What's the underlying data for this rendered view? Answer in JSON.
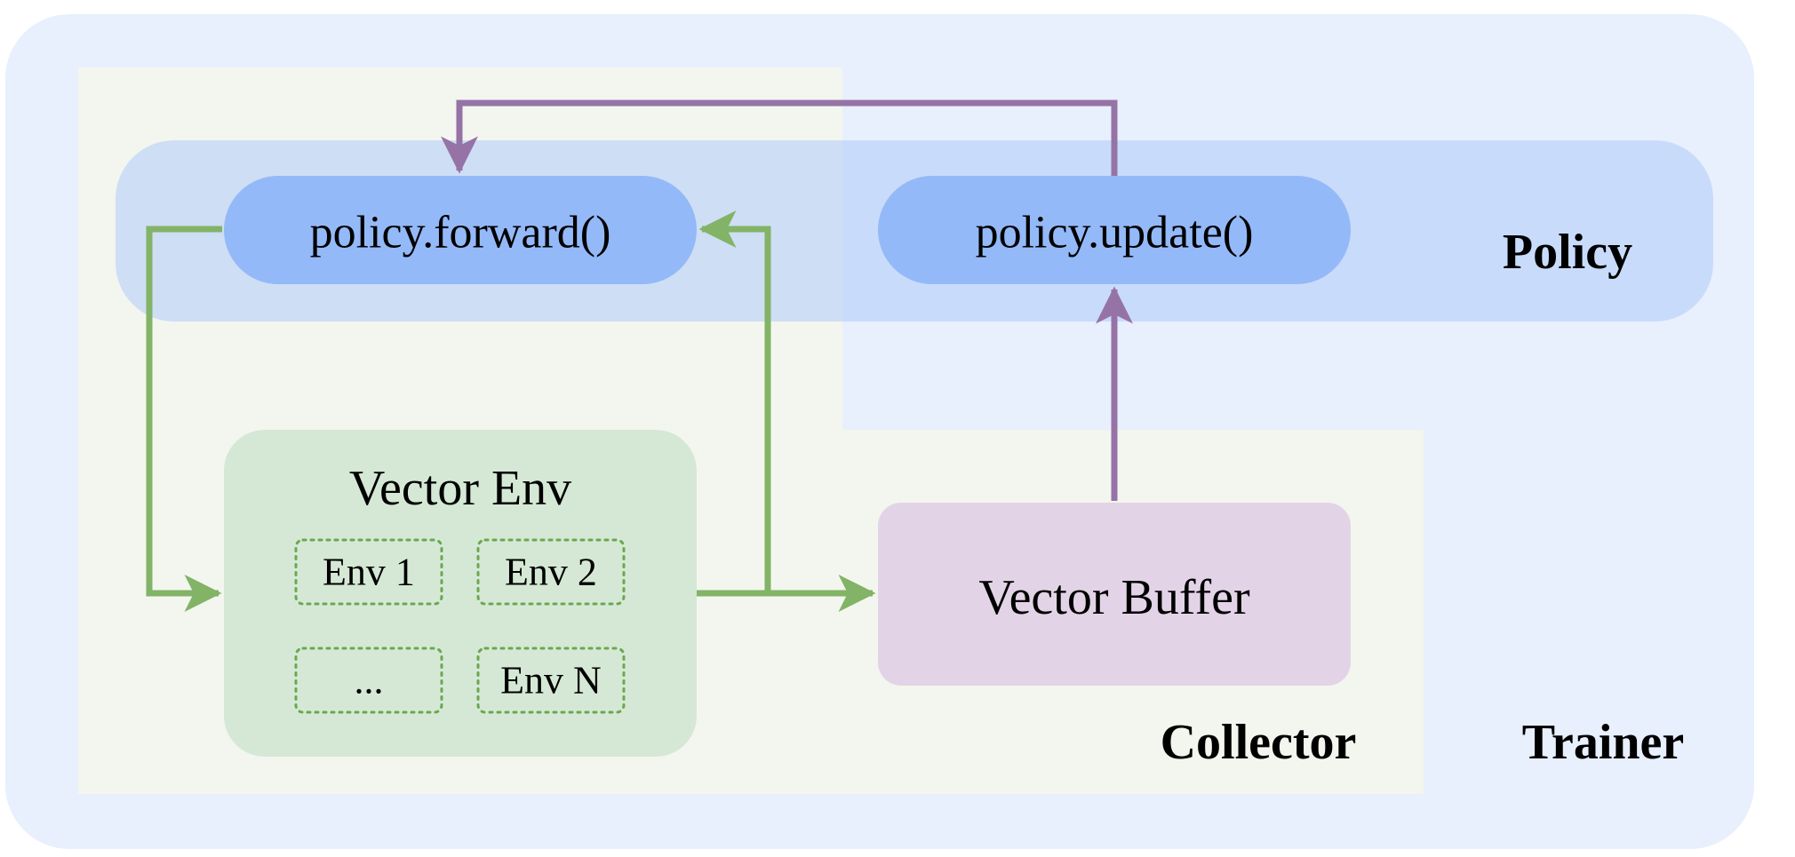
{
  "trainer": {
    "label": "Trainer"
  },
  "collector": {
    "label": "Collector"
  },
  "policy": {
    "label": "Policy",
    "forward_label": "policy.forward()",
    "update_label": "policy.update()"
  },
  "vector_env": {
    "title": "Vector Env",
    "envs": [
      "Env 1",
      "Env 2",
      "...",
      "Env N"
    ]
  },
  "vector_buffer": {
    "label": "Vector Buffer"
  },
  "colors": {
    "trainer_bg": "#e8effd",
    "collector_bg": "#f3f6ee",
    "policy_band": "#c3d9fb",
    "policy_node": "#94b9f8",
    "vector_env_bg": "#d5e8d5",
    "vector_buffer_bg": "#e2d4e6",
    "green_arrow": "#82b366",
    "purple_arrow": "#9673a6",
    "env_dotted": "#6aa84f"
  }
}
